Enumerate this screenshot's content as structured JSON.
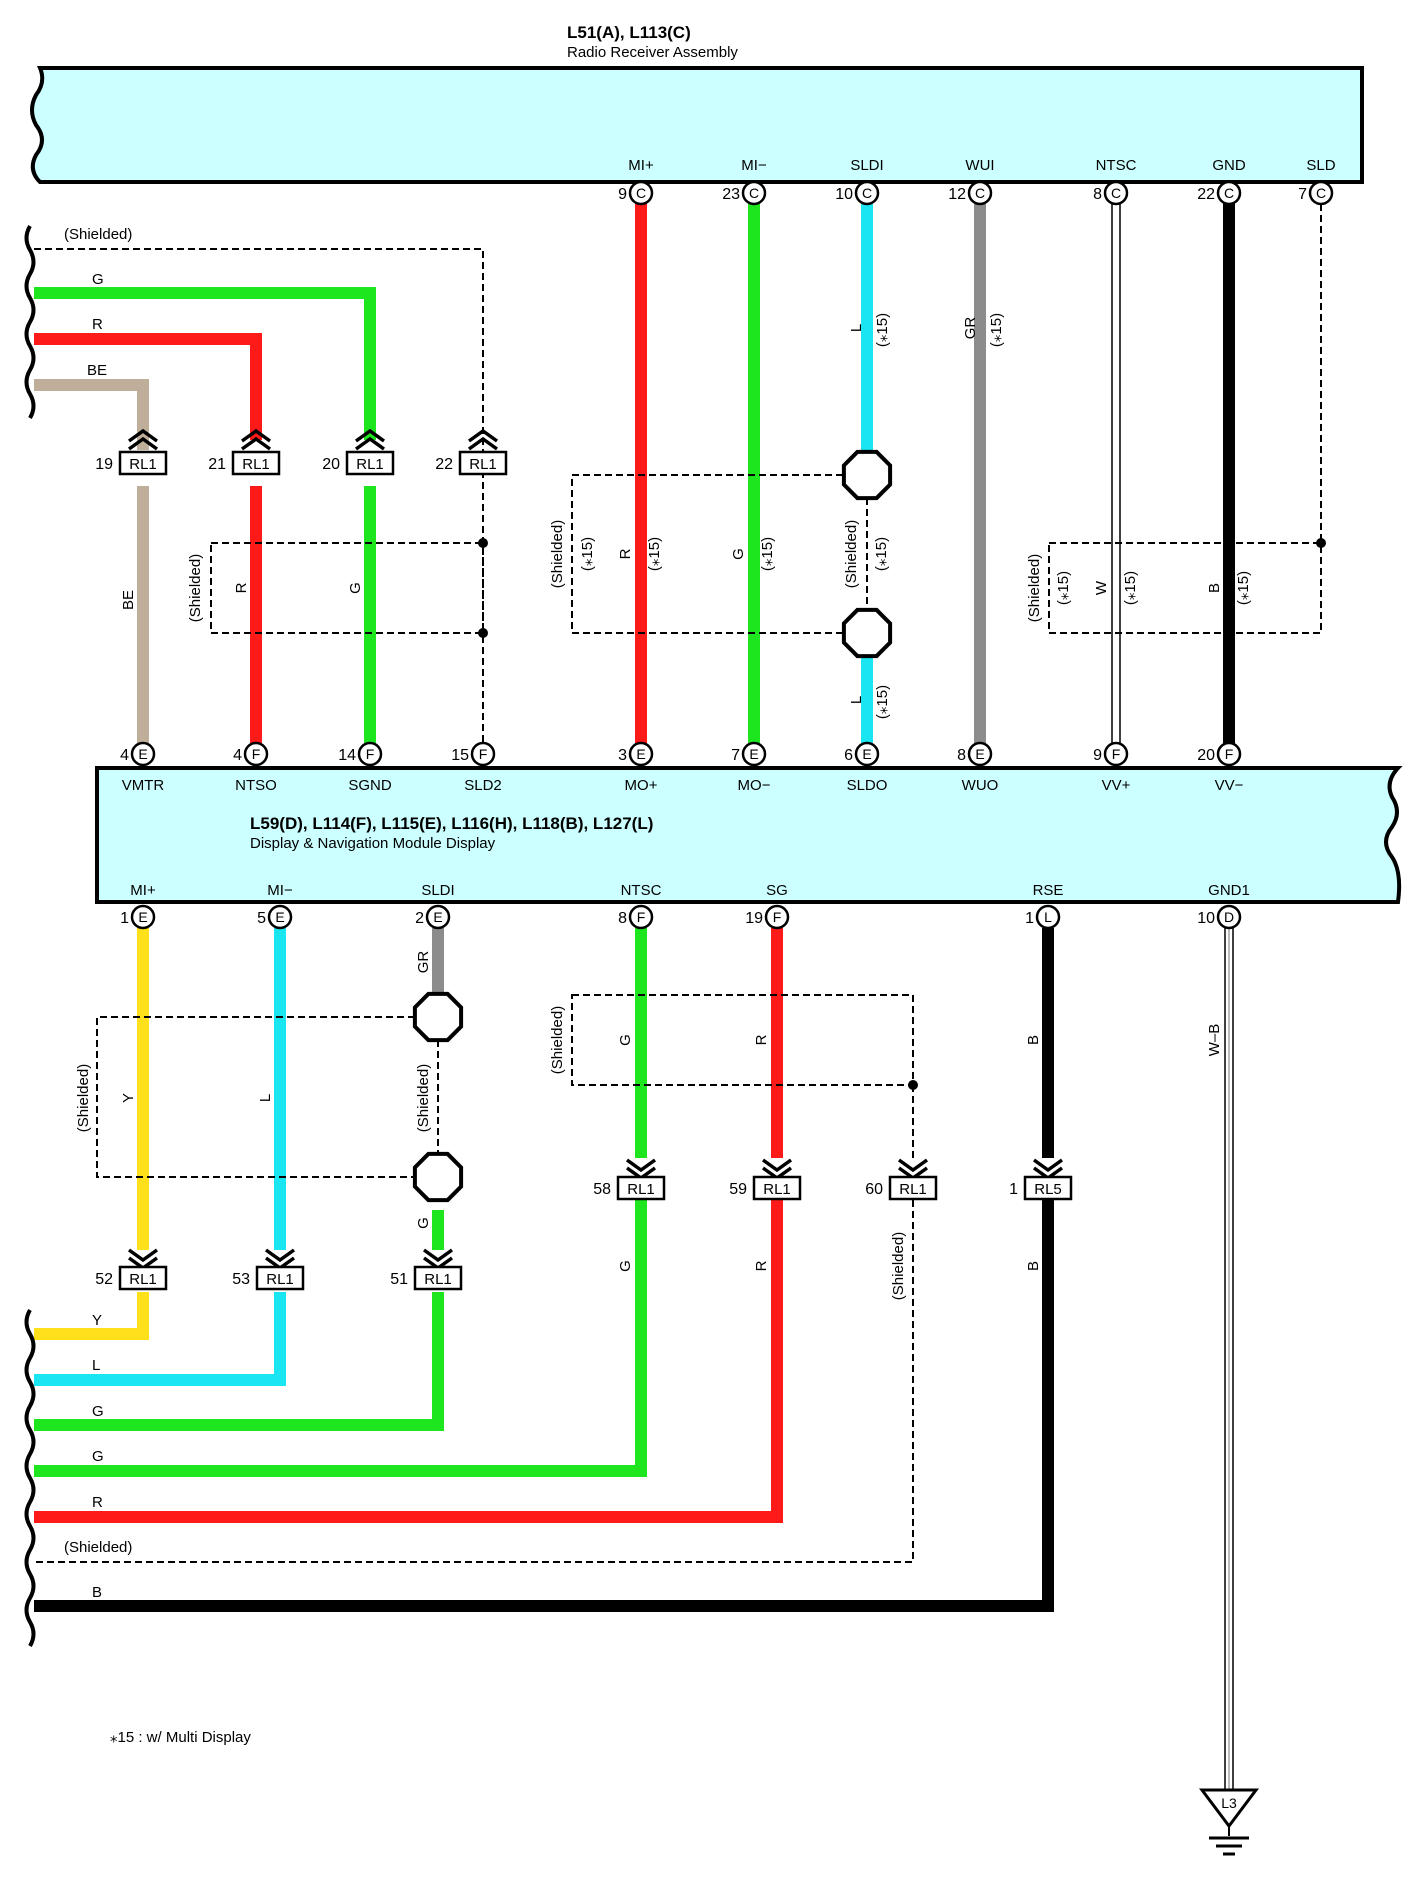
{
  "colors": {
    "module_fill": "#ccffff",
    "red": "#ff1a1a",
    "green": "#1ee61e",
    "blue": "#19e6f0",
    "gray": "#8c8c8c",
    "black": "#000000",
    "beige": "#bfae9a",
    "yellow": "#ffe01a"
  },
  "radio": {
    "codes": "L51(A), L113(C)",
    "name": "Radio Receiver Assembly",
    "pins": [
      {
        "label": "MI+",
        "num": "9",
        "conn": "C"
      },
      {
        "label": "MI−",
        "num": "23",
        "conn": "C"
      },
      {
        "label": "SLDI",
        "num": "10",
        "conn": "C"
      },
      {
        "label": "WUI",
        "num": "12",
        "conn": "C"
      },
      {
        "label": "NTSC",
        "num": "8",
        "conn": "C"
      },
      {
        "label": "GND",
        "num": "22",
        "conn": "C"
      },
      {
        "label": "SLD",
        "num": "7",
        "conn": "C"
      }
    ]
  },
  "display": {
    "codes": "L59(D), L114(F), L115(E), L116(H), L118(B), L127(L)",
    "name": "Display & Navigation Module Display",
    "top_pins": [
      {
        "label": "VMTR",
        "num": "4",
        "conn": "E"
      },
      {
        "label": "NTSO",
        "num": "4",
        "conn": "F"
      },
      {
        "label": "SGND",
        "num": "14",
        "conn": "F"
      },
      {
        "label": "SLD2",
        "num": "15",
        "conn": "F"
      },
      {
        "label": "MO+",
        "num": "3",
        "conn": "E"
      },
      {
        "label": "MO−",
        "num": "7",
        "conn": "E"
      },
      {
        "label": "SLDO",
        "num": "6",
        "conn": "E"
      },
      {
        "label": "WUO",
        "num": "8",
        "conn": "E"
      },
      {
        "label": "VV+",
        "num": "9",
        "conn": "F"
      },
      {
        "label": "VV−",
        "num": "20",
        "conn": "F"
      }
    ],
    "bottom_pins": [
      {
        "label": "MI+",
        "num": "1",
        "conn": "E"
      },
      {
        "label": "MI−",
        "num": "5",
        "conn": "E"
      },
      {
        "label": "SLDI",
        "num": "2",
        "conn": "E"
      },
      {
        "label": "NTSC",
        "num": "8",
        "conn": "F"
      },
      {
        "label": "SG",
        "num": "19",
        "conn": "F"
      },
      {
        "label": "RSE",
        "num": "1",
        "conn": "L"
      },
      {
        "label": "GND1",
        "num": "10",
        "conn": "D"
      }
    ]
  },
  "top_relays": [
    {
      "num": "19",
      "name": "RL1"
    },
    {
      "num": "21",
      "name": "RL1"
    },
    {
      "num": "20",
      "name": "RL1"
    },
    {
      "num": "22",
      "name": "RL1"
    }
  ],
  "bottom_relays": [
    {
      "num": "52",
      "name": "RL1"
    },
    {
      "num": "53",
      "name": "RL1"
    },
    {
      "num": "51",
      "name": "RL1"
    },
    {
      "num": "58",
      "name": "RL1"
    },
    {
      "num": "59",
      "name": "RL1"
    },
    {
      "num": "60",
      "name": "RL1"
    },
    {
      "num": "1",
      "name": "RL5"
    }
  ],
  "wire_codes": {
    "shielded": "(Shielded)",
    "star15": "(⁎15)",
    "G": "G",
    "R": "R",
    "BE": "BE",
    "L": "L",
    "GR": "GR",
    "W": "W",
    "B": "B",
    "Y": "Y",
    "WB": "W–B"
  },
  "ground": {
    "label": "L3"
  },
  "footnote": "⁎15 : w/ Multi Display"
}
